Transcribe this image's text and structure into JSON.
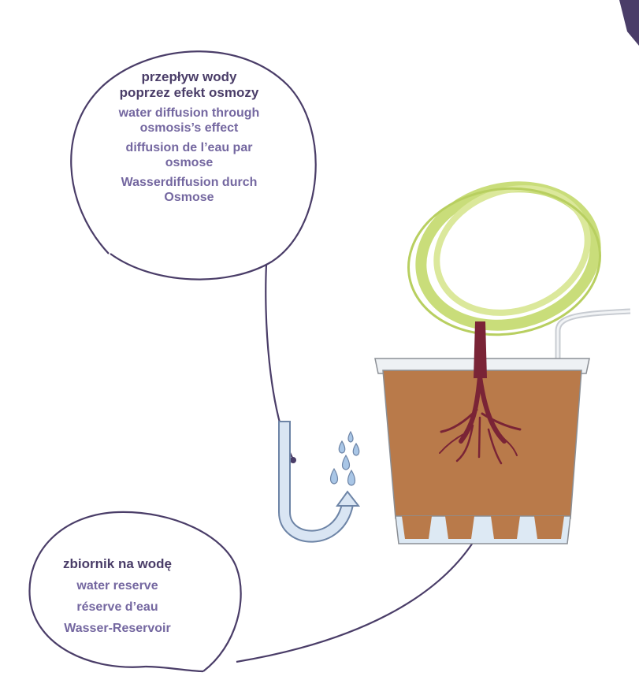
{
  "top_callout": {
    "title_line1": "przepływ wody",
    "title_line2": "poprzez efekt osmozy",
    "en": "water diffusion through osmosis’s effect",
    "fr": "diffusion de l’eau par osmose",
    "de": "Wasserdiffusion durch Osmose"
  },
  "bottom_callout": {
    "title": "zbiornik na wodę",
    "en": "water reserve",
    "fr": "réserve d’eau",
    "de": "Wasser-Reservoir"
  },
  "colors": {
    "outline": "#4a3d68",
    "label_primary": "#4a3d68",
    "label_secondary": "#7467a0",
    "soil": "#b97a4a",
    "root": "#7a2436",
    "leaf": "#c9dd7a",
    "water": "#a9c6e6",
    "corner_tab": "#4a3d68"
  },
  "icons": [
    "water-drop-icon",
    "u-tube-arrow-icon",
    "plant-pot-icon"
  ]
}
